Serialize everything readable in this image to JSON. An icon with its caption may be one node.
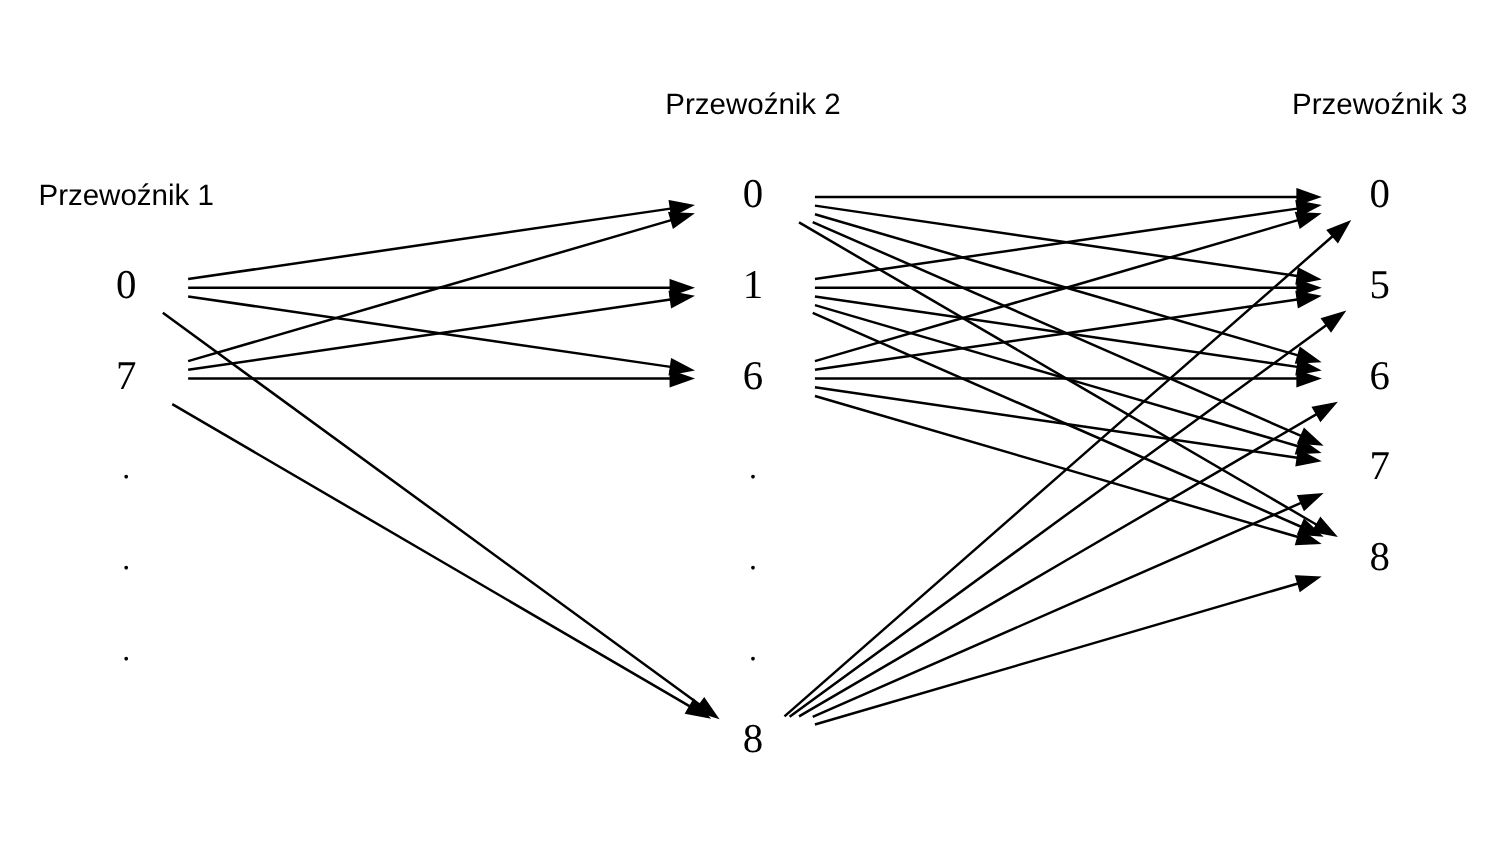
{
  "diagram": {
    "nodes": [
      {
        "text": [
          "0"
        ]
      },
      {
        "text": [
          "7"
        ]
      },
      {
        "text": [
          "0"
        ]
      },
      {
        "text": [
          "1"
        ]
      },
      {
        "text": [
          "6"
        ]
      },
      {
        "text": [
          "8"
        ]
      },
      {
        "text": [
          "0"
        ]
      },
      {
        "text": [
          "5"
        ]
      },
      {
        "text": [
          "6"
        ]
      },
      {
        "text": [
          "7"
        ]
      },
      {
        "text": [
          "8"
        ]
      }
    ],
    "edges": [
      {
        "from": 0,
        "to": 2,
        "arrow": "to"
      },
      {
        "from": 0,
        "to": 3,
        "arrow": "to"
      },
      {
        "from": 0,
        "to": 4,
        "arrow": "to"
      },
      {
        "from": 0,
        "to": 5,
        "arrow": "to"
      },
      {
        "from": 1,
        "to": 2,
        "arrow": "to"
      },
      {
        "from": 1,
        "to": 3,
        "arrow": "to"
      },
      {
        "from": 1,
        "to": 4,
        "arrow": "to"
      },
      {
        "from": 1,
        "to": 5,
        "arrow": "to"
      },
      {
        "from": 2,
        "to": 6,
        "arrow": "to"
      },
      {
        "from": 2,
        "to": 7,
        "arrow": "to"
      },
      {
        "from": 2,
        "to": 8,
        "arrow": "to"
      },
      {
        "from": 2,
        "to": 9,
        "arrow": "to"
      },
      {
        "from": 2,
        "to": 10,
        "arrow": "to"
      },
      {
        "from": 3,
        "to": 6,
        "arrow": "to"
      },
      {
        "from": 3,
        "to": 7,
        "arrow": "to"
      },
      {
        "from": 3,
        "to": 8,
        "arrow": "to"
      },
      {
        "from": 3,
        "to": 9,
        "arrow": "to"
      },
      {
        "from": 3,
        "to": 10,
        "arrow": "to"
      },
      {
        "from": 4,
        "to": 6,
        "arrow": "to"
      },
      {
        "from": 4,
        "to": 7,
        "arrow": "to"
      },
      {
        "from": 4,
        "to": 8,
        "arrow": "to"
      },
      {
        "from": 4,
        "to": 9,
        "arrow": "to"
      },
      {
        "from": 4,
        "to": 10,
        "arrow": "to"
      },
      {
        "from": 5,
        "to": 6,
        "arrow": "to"
      },
      {
        "from": 5,
        "to": 7,
        "arrow": "to"
      },
      {
        "from": 5,
        "to": 8,
        "arrow": "to"
      },
      {
        "from": 5,
        "to": 9,
        "arrow": "to"
      },
      {
        "from": 5,
        "to": 10,
        "arrow": "to"
      }
    ],
    "labels": [
      "Przewoźnik 1",
      "Przewoźnik 2",
      "Przewoźnik 3",
      ".",
      ".",
      ".",
      ".",
      ".",
      "."
    ]
  }
}
